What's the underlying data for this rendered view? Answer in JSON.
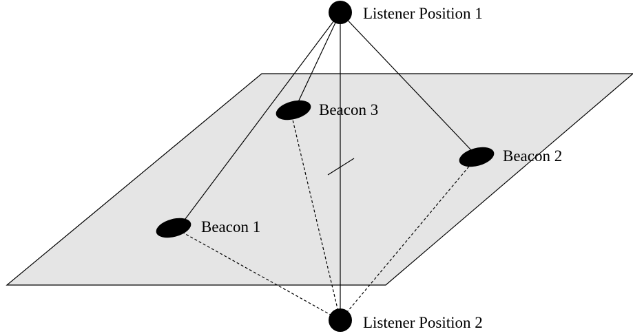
{
  "diagram": {
    "colors": {
      "plane_fill": "#e5e5e5",
      "node_fill": "#000000",
      "line": "#000000"
    },
    "listeners": {
      "position_1": {
        "label": "Listener Position 1"
      },
      "position_2": {
        "label": "Listener Position 2"
      }
    },
    "beacons": {
      "beacon_1": {
        "label": "Beacon 1"
      },
      "beacon_2": {
        "label": "Beacon 2"
      },
      "beacon_3": {
        "label": "Beacon 3"
      }
    },
    "connections": {
      "solid": [
        "Listener Position 1 → Beacon 1",
        "Listener Position 1 → Beacon 2",
        "Listener Position 1 → Beacon 3",
        "Listener Position 1 → Listener Position 2"
      ],
      "dashed": [
        "Listener Position 2 → Beacon 1",
        "Listener Position 2 → Beacon 2",
        "Listener Position 2 → Beacon 3"
      ]
    }
  }
}
